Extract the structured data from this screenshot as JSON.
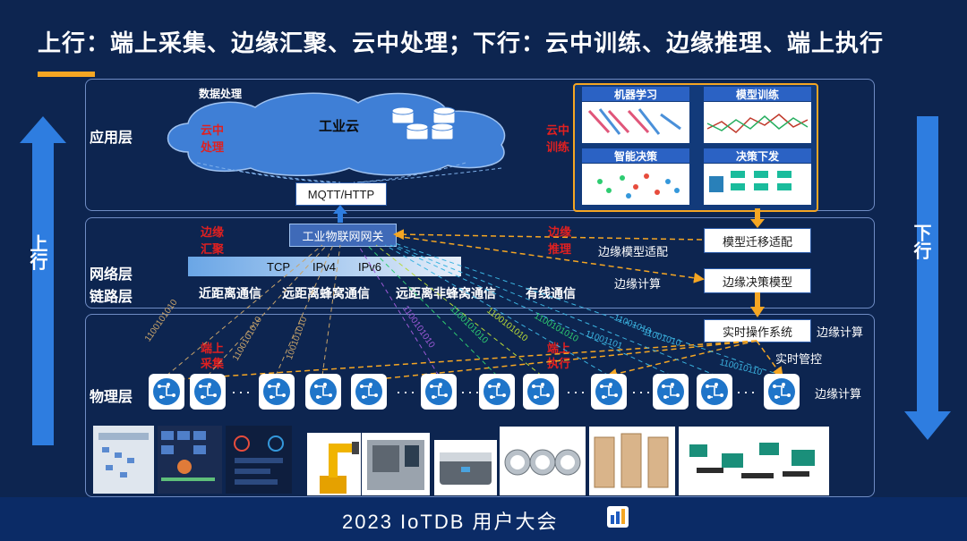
{
  "title": "上行：端上采集、边缘汇聚、云中处理；下行：云中训练、边缘推理、端上执行",
  "arrows": {
    "up_label": "上行",
    "down_label": "下行"
  },
  "layers": {
    "app": "应用层",
    "network": "网络层",
    "link": "链路层",
    "physical": "物理层"
  },
  "cloud": {
    "data_processing": "数据处理",
    "industrial_cloud": "工业云",
    "cloud_processing": "云中处理",
    "cloud_training": "云中训练"
  },
  "training_panel": {
    "tiles": [
      "机器学习",
      "模型训练",
      "智能决策",
      "决策下发"
    ]
  },
  "network": {
    "mqtt": "MQTT/HTTP",
    "gateway": "工业物联网网关",
    "edge_aggregation": "边缘汇聚",
    "edge_inference": "边缘推理",
    "edge_model_adapt_label": "边缘模型适配",
    "model_migration": "模型迁移适配",
    "edge_compute_label": "边缘计算",
    "edge_decision_model": "边缘决策模型",
    "protocols": [
      "TCP",
      "IPv4",
      "IPv6"
    ],
    "link_types": [
      "近距离通信",
      "远距离蜂窝通信",
      "远距离非蜂窝通信",
      "有线通信"
    ]
  },
  "physical": {
    "rtos": "实时操作系统",
    "edge_compute_1": "边缘计算",
    "realtime_control": "实时管控",
    "edge_compute_2": "边缘计算",
    "device_collect": "端上采集",
    "device_execute": "端上执行",
    "binary_streams": [
      "1100101010",
      "1100101010",
      "100101010",
      "1100101010",
      "1100101010",
      "1100101010",
      "1100101010",
      "11001010",
      "11001101",
      "11001010",
      "110010110"
    ]
  },
  "footer": {
    "text": "2023 IoTDB 用户大会"
  },
  "colors": {
    "background": "#0d2550",
    "accent_orange": "#f5a623",
    "arrow_blue": "#2e7de0",
    "alert_red": "#e02020"
  }
}
